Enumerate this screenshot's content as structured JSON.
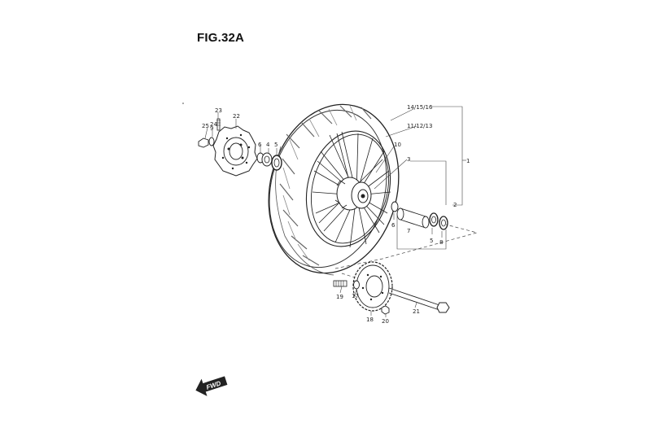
{
  "figure": {
    "title": "FIG.32A"
  },
  "direction_badge": {
    "text": "FWD"
  },
  "callouts": {
    "c1": "1",
    "c2": "2",
    "c3": "3",
    "c4": "4",
    "c5": "5",
    "c5b": "5",
    "c6": "6",
    "c6b": "6",
    "c7": "7",
    "c8": "8",
    "c9": "9",
    "c10": "10",
    "c11_12_13": "11/12/13",
    "c14_15_16": "14/15/16",
    "c17": "17",
    "c18": "18",
    "c19": "19",
    "c20": "20",
    "c21": "21",
    "c22": "22",
    "c23": "23",
    "c24": "24",
    "c25": "25"
  }
}
